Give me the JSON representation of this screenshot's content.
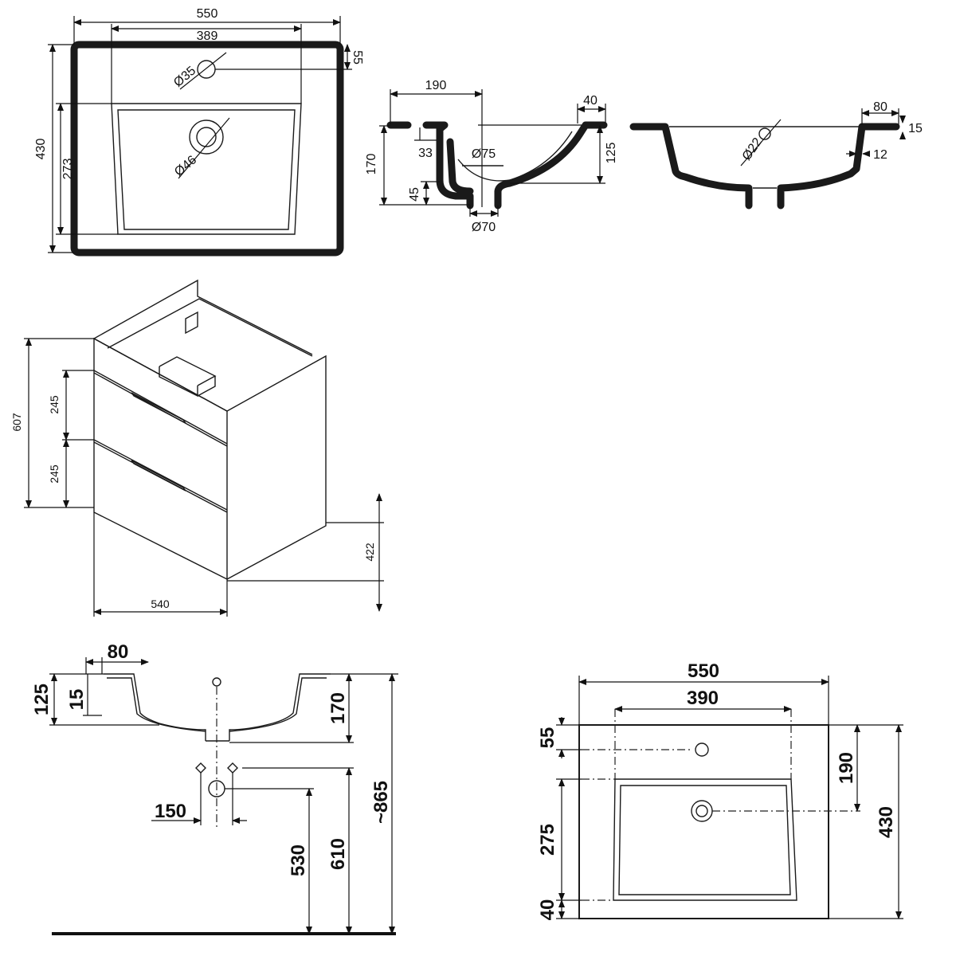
{
  "drawings": {
    "top_plan": {
      "width": "550",
      "inner_width": "389",
      "tap_offset": "55",
      "tap_hole": "Ø35",
      "drain_hole": "Ø46",
      "depth": "430",
      "bowl_depth": "273"
    },
    "side_section": {
      "offset": "190",
      "rim": "40",
      "drop": "33",
      "outlet_top": "Ø75",
      "height": "170",
      "bowl_height": "125",
      "outlet_height": "45",
      "outlet": "Ø70"
    },
    "front_section": {
      "rim": "80",
      "rim_thickness": "15",
      "overflow": "Ø22",
      "wall": "12"
    },
    "cabinet": {
      "height": "607",
      "drawer_top": "245",
      "drawer_bottom": "245",
      "depth": "422",
      "width": "540"
    },
    "installation": {
      "rim": "80",
      "bowl": "125",
      "rim_thickness": "15",
      "depth": "170",
      "total_height": "~865",
      "pipe_spacing": "150",
      "waste_height": "530",
      "supply_height": "610"
    },
    "plan_dims": {
      "width": "550",
      "inner_width": "390",
      "tap_offset": "55",
      "bowl_depth": "275",
      "front_margin": "40",
      "drain_offset": "190",
      "depth": "430"
    }
  }
}
